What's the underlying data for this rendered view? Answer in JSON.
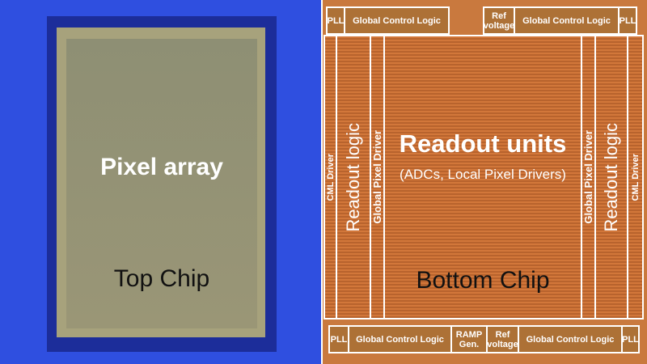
{
  "top_chip": {
    "array_label": "Pixel array",
    "chip_label": "Top Chip"
  },
  "bottom_chip": {
    "top_row": [
      "PLL",
      "Global Control Logic",
      "Ref voltage",
      "Global Control Logic",
      "PLL"
    ],
    "bottom_row": [
      "PLL",
      "Global Control Logic",
      "RAMP Gen.",
      "Ref voltage",
      "Global Control Logic",
      "PLL"
    ],
    "left_cml": "CML Driver",
    "left_readout": "Readout logic",
    "left_gpd": "Global Pixel Driver",
    "center_title": "Readout units",
    "center_sub": "(ADCs, Local Pixel Drivers)",
    "chip_label": "Bottom Chip",
    "right_gpd": "Global Pixel Driver",
    "right_readout": "Readout logic",
    "right_cml": "CML Driver"
  }
}
